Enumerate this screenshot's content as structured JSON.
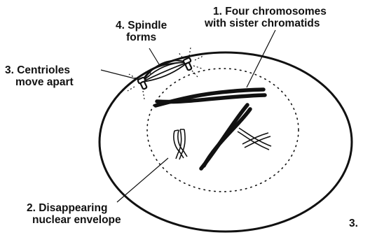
{
  "labels": {
    "chromosomes": [
      "1. Four chromosomes",
      "with sister chromatids"
    ],
    "spindle": [
      "4. Spindle",
      "forms"
    ],
    "centrioles": [
      "3. Centrioles",
      "move apart"
    ],
    "envelope": [
      "2. Disappearing",
      "nuclear envelope"
    ],
    "cutoff": "3."
  },
  "colors": {
    "ink": "#111111",
    "background": "#ffffff"
  }
}
